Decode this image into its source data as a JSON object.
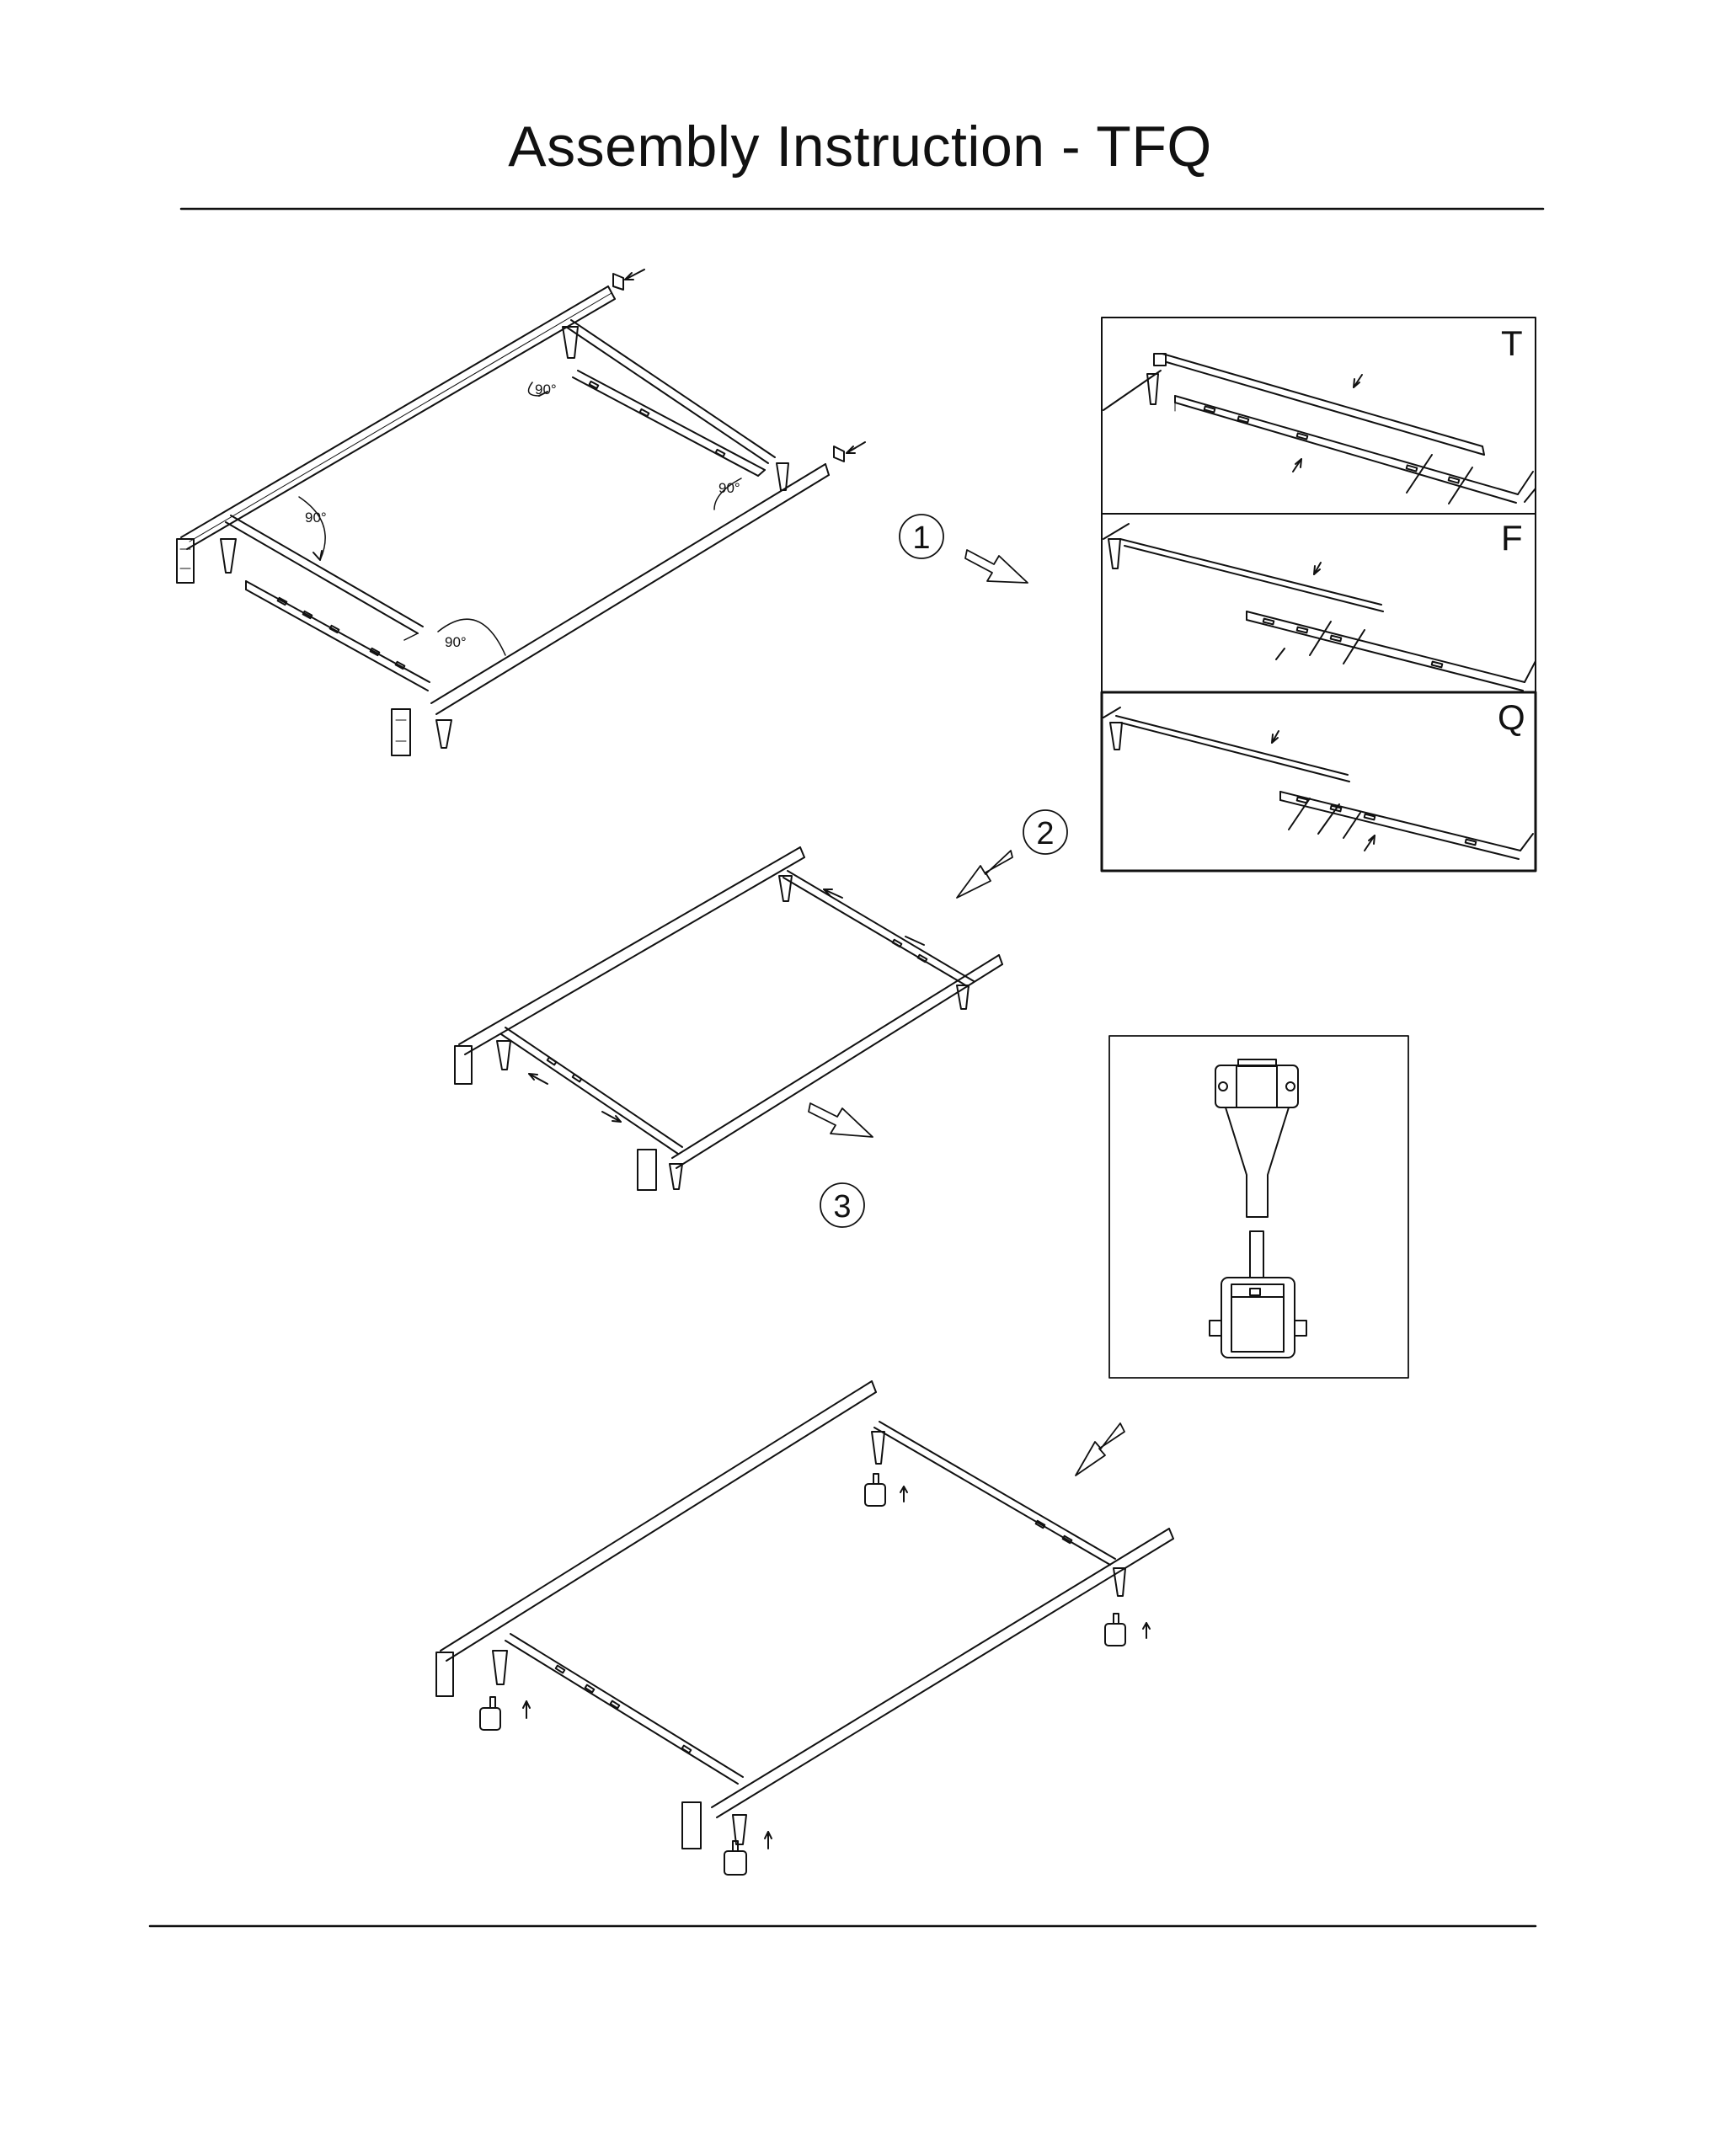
{
  "title": "Assembly Instruction - TFQ",
  "steps": [
    "1",
    "2",
    "3"
  ],
  "size_labels": [
    "T",
    "F",
    "Q"
  ],
  "angle_labels": [
    "90°",
    "90°",
    "90°",
    "90°"
  ]
}
